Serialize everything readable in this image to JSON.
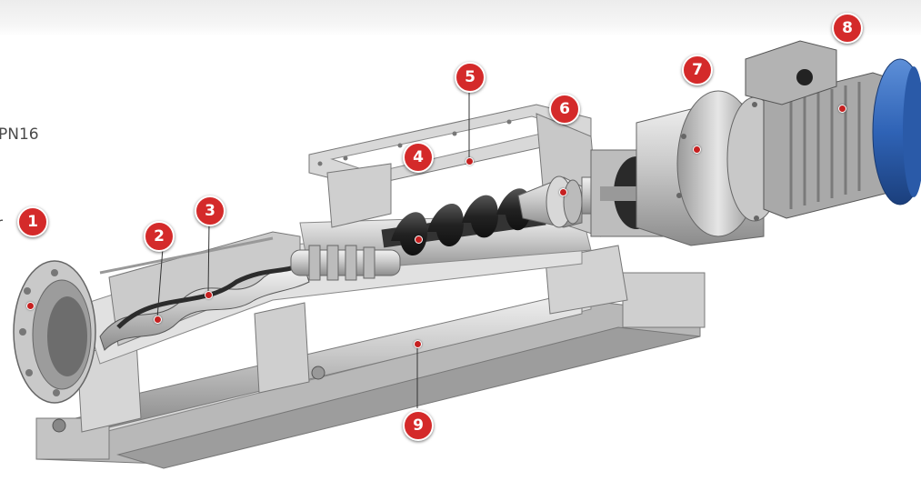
{
  "background_text": {
    "fragment_1": "PN16",
    "fragment_2": "r"
  },
  "accent_color": "#d42a2a",
  "callouts": [
    {
      "number": "1"
    },
    {
      "number": "2"
    },
    {
      "number": "3"
    },
    {
      "number": "4"
    },
    {
      "number": "5"
    },
    {
      "number": "6"
    },
    {
      "number": "7"
    },
    {
      "number": "8"
    },
    {
      "number": "9"
    }
  ]
}
